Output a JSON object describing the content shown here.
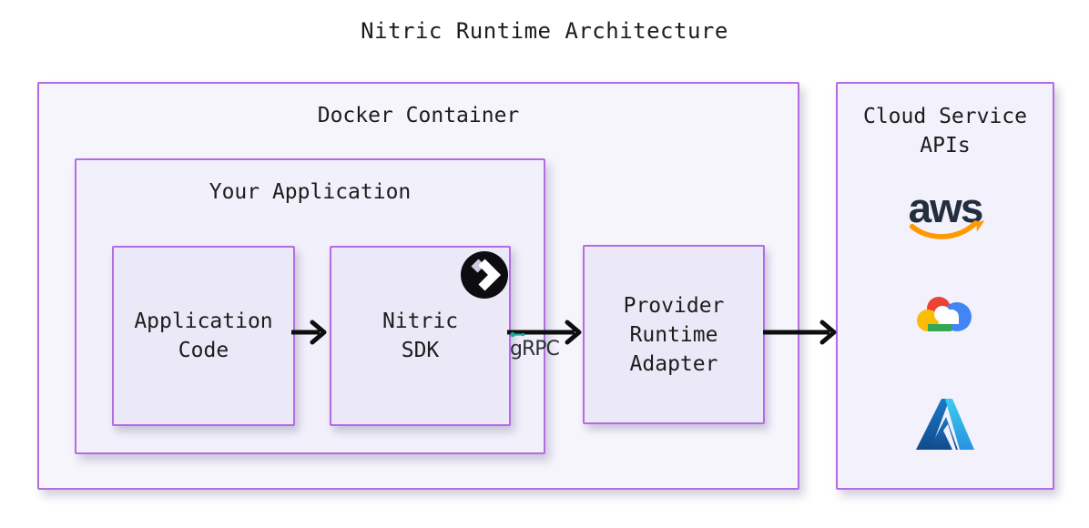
{
  "title": "Nitric Runtime Architecture",
  "diagram": {
    "docker_container": {
      "label": "Docker Container"
    },
    "your_application": {
      "label": "Your Application"
    },
    "application_code": {
      "label": "Application\nCode"
    },
    "nitric_sdk": {
      "label": "Nitric\nSDK"
    },
    "provider_runtime_adapter": {
      "label": "Provider\nRuntime\nAdapter"
    },
    "cloud_service_apis": {
      "label": "Cloud Service\nAPIs"
    },
    "grpc_label": "gRPC",
    "aws_wordmark": "aws",
    "arrows": [
      {
        "from": "application-code",
        "to": "nitric-sdk"
      },
      {
        "from": "nitric-sdk",
        "to": "provider-runtime-adapter",
        "label": "gRPC"
      },
      {
        "from": "provider-runtime-adapter",
        "to": "cloud-service-apis"
      }
    ],
    "cloud_providers": [
      "aws",
      "google-cloud",
      "azure"
    ]
  },
  "colors": {
    "box_border": "#b26ce4",
    "outer_box_fill": "#f6f5fc",
    "inner_box_fill": "#ebe9f7",
    "arrow": "#0e0e0e",
    "text": "#1c1c1c",
    "grpc_teal": "#18a89b",
    "aws_navy": "#232f3e",
    "aws_orange": "#ff9900",
    "gcp_blue": "#4285f4",
    "gcp_red": "#ea4335",
    "gcp_yellow": "#fbbc05",
    "gcp_green": "#34a853",
    "azure_dark_blue": "#114a8b",
    "azure_light_blue": "#3ccbf4",
    "nitric_black": "#0c0c11"
  }
}
